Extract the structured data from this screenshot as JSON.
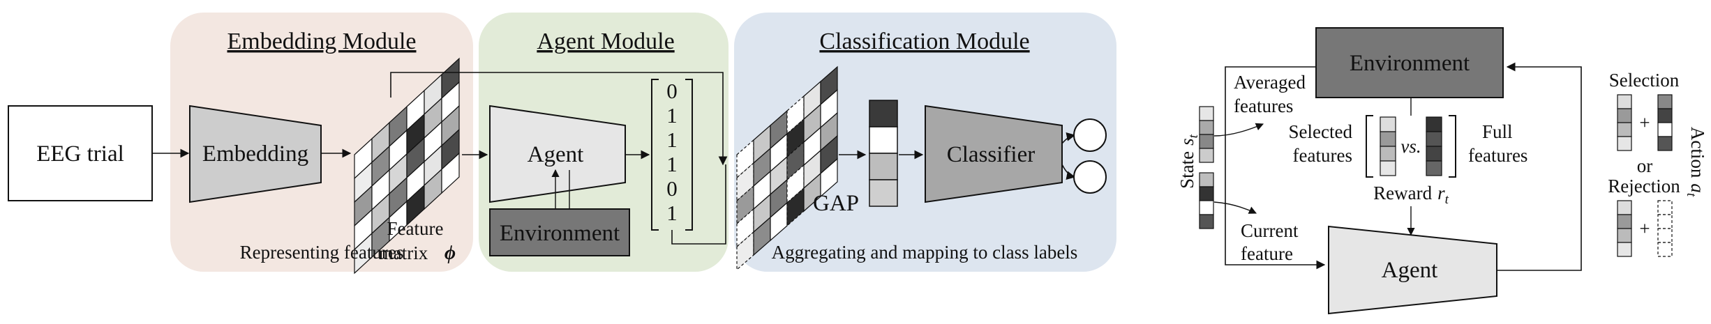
{
  "left_diagram": {
    "input_label": "EEG trial",
    "embedding_module": {
      "title": "Embedding Module",
      "block_label": "Embedding",
      "feature_matrix_label": "Feature",
      "feature_matrix_label2": "matrix",
      "feature_matrix_symbol": "ϕ",
      "caption": "Representing features",
      "bg_color": "#f3e7e1"
    },
    "agent_module": {
      "title": "Agent Module",
      "agent_label": "Agent",
      "environment_label": "Environment",
      "binary_vector": [
        "0",
        "1",
        "1",
        "1",
        "0",
        "1"
      ],
      "bg_color": "#e2ebd8"
    },
    "classification_module": {
      "title": "Classification Module",
      "gap_label": "GAP",
      "classifier_label": "Classifier",
      "caption": "Aggregating and mapping to class labels",
      "bg_color": "#dde5ef"
    }
  },
  "right_diagram": {
    "environment_label": "Environment",
    "agent_label": "Agent",
    "state_label": "State",
    "state_symbol": "s",
    "state_sub": "t",
    "averaged_features_line1": "Averaged",
    "averaged_features_line2": "features",
    "current_feature_line1": "Current",
    "current_feature_line2": "feature",
    "selected_features_line1": "Selected",
    "selected_features_line2": "features",
    "vs_label": "vs.",
    "full_features_line1": "Full",
    "full_features_line2": "features",
    "reward_label": "Reward",
    "reward_symbol": "r",
    "reward_sub": "t",
    "selection_label": "Selection",
    "or_label": "or",
    "rejection_label": "Rejection",
    "action_label": "Action",
    "action_symbol": "a",
    "action_sub": "t",
    "plus_sign": "+"
  }
}
